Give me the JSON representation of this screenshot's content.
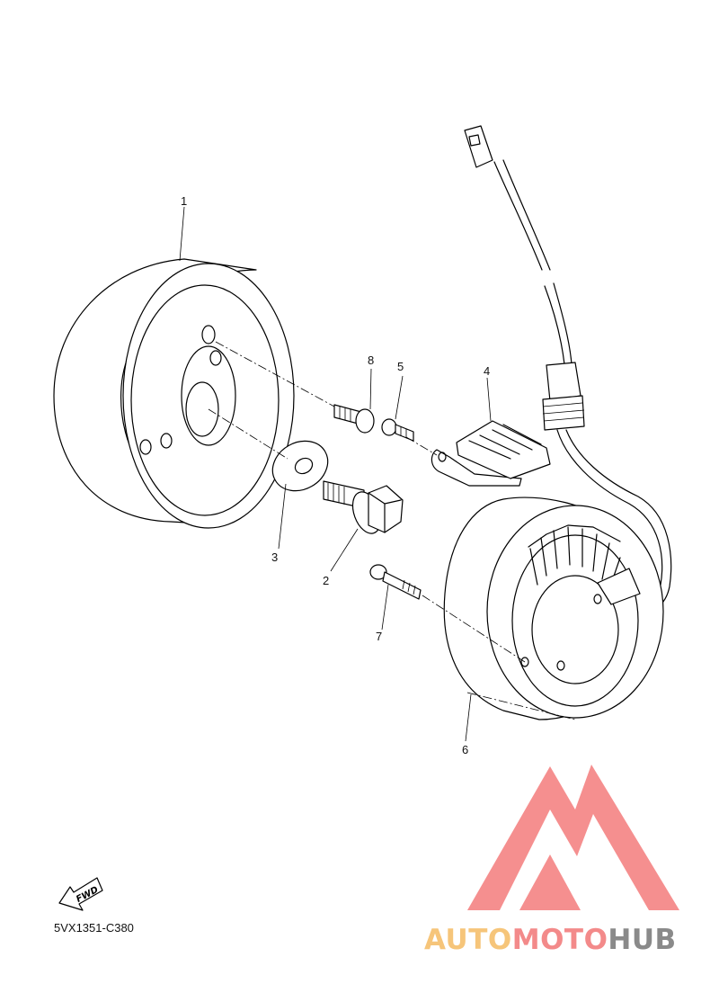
{
  "diagram": {
    "callouts": [
      "1",
      "2",
      "3",
      "4",
      "5",
      "6",
      "7",
      "8"
    ],
    "part_code": "5VX1351-C380",
    "fwd_label": "FWD"
  },
  "watermark": {
    "text_light": "AUTO",
    "text_mid": "MOTO",
    "text_dark": "HUB",
    "colors": {
      "auto": "#f6c57a",
      "moto": "#f38a8a",
      "hub": "#8a8a8a",
      "logo": "#f37b7b"
    }
  }
}
